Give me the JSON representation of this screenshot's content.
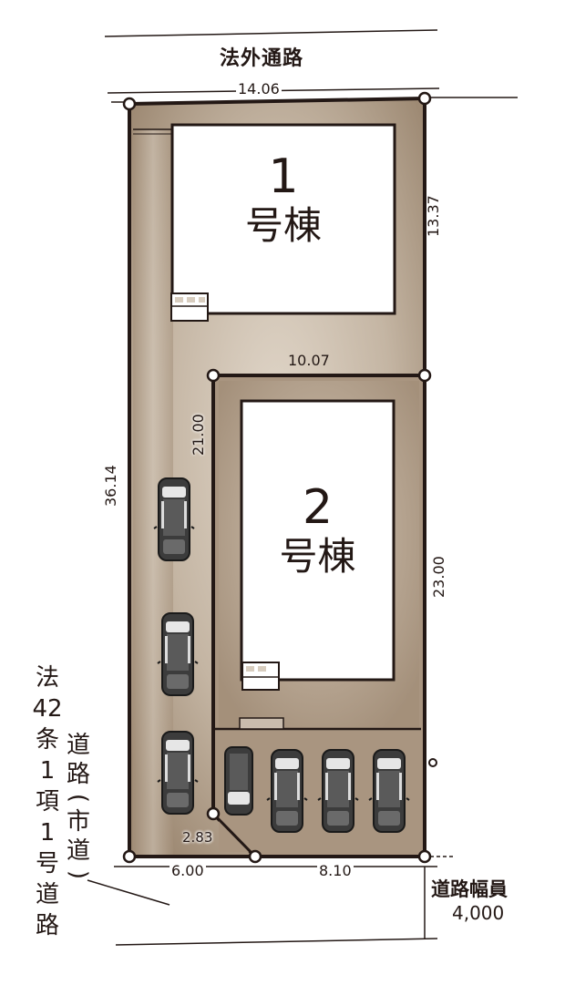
{
  "title_road_top": "法外通路",
  "dimensions": {
    "top_width": "14.06",
    "right_upper": "13.37",
    "left_total": "36.14",
    "lot2_top": "10.07",
    "lot2_left": "21.00",
    "lot2_right": "23.00",
    "corner_cut": "2.83",
    "bottom_left": "6.00",
    "bottom_right": "8.10"
  },
  "buildings": [
    {
      "number": "1",
      "label": "号棟"
    },
    {
      "number": "2",
      "label": "号棟"
    }
  ],
  "road_front": {
    "type_line1": "法",
    "type_line2": "42",
    "type_line3": "条",
    "type_line4": "1",
    "type_line5": "項",
    "type_line6": "1",
    "type_line7": "号",
    "type_line8": "道",
    "type_line9": "路",
    "name_col": [
      "道",
      "路",
      "(",
      "市",
      "道",
      ")"
    ]
  },
  "road_width": {
    "label": "道路幅員",
    "value": "4,000"
  },
  "parking_spaces": 7,
  "colors": {
    "lot_fill": "#a89580",
    "lot_light": "#d8cdbf",
    "outline": "#231815",
    "building": "#ffffff",
    "car": "#4a4a4a"
  }
}
